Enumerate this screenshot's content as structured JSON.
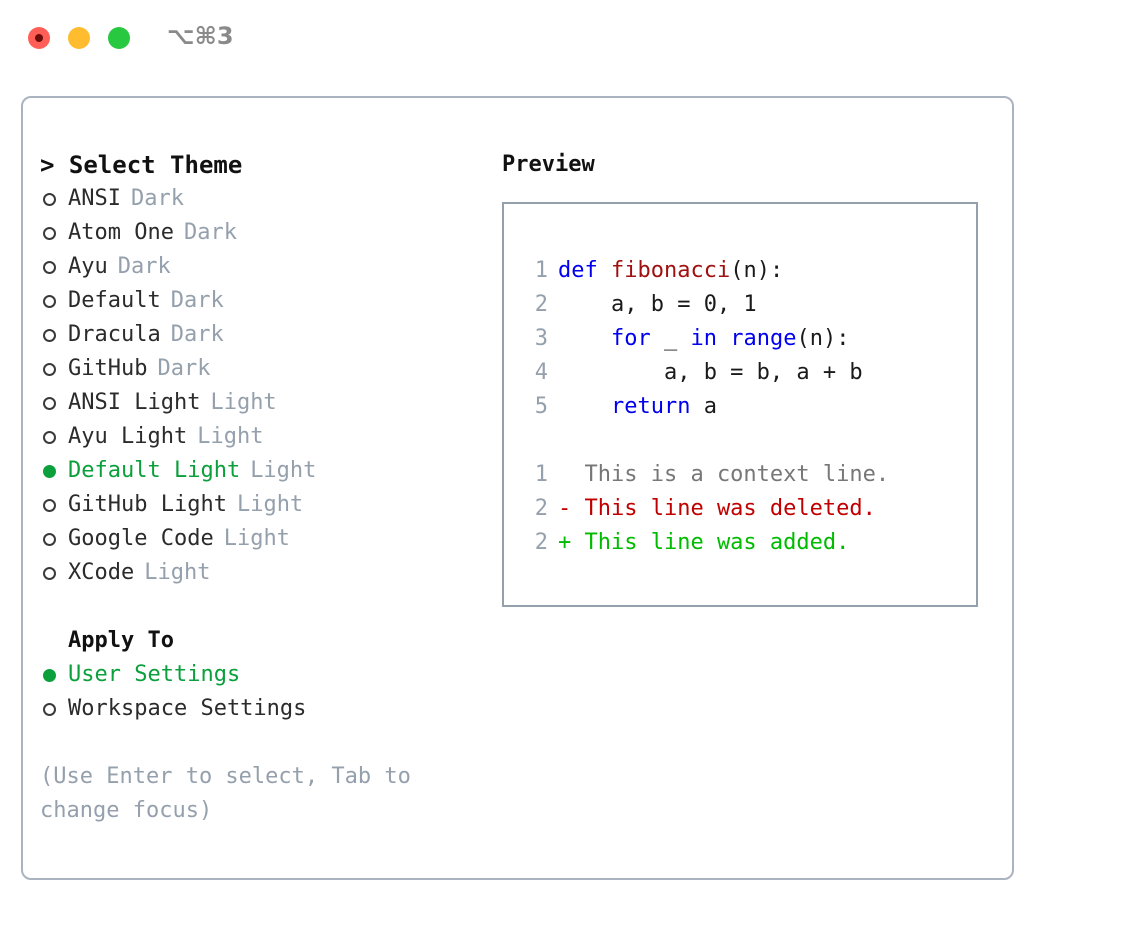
{
  "window": {
    "shortcut": "⌥⌘3",
    "traffic_lights": [
      {
        "name": "close",
        "color": "#ff5f57"
      },
      {
        "name": "minimize",
        "color": "#febc2e"
      },
      {
        "name": "maximize",
        "color": "#28c840"
      }
    ]
  },
  "colors": {
    "accent_green": "#0ba03c",
    "muted": "#95a0ad",
    "panel_border": "#aab4c0",
    "keyword": "#0000ee",
    "function": "#a01010",
    "diff_added": "#00bb00",
    "diff_removed": "#c00000",
    "diff_context": "#777777"
  },
  "theme_list": {
    "header": "> Select Theme",
    "items": [
      {
        "label": "ANSI",
        "tag": "Dark",
        "selected": false
      },
      {
        "label": "Atom One",
        "tag": "Dark",
        "selected": false
      },
      {
        "label": "Ayu",
        "tag": "Dark",
        "selected": false
      },
      {
        "label": "Default",
        "tag": "Dark",
        "selected": false
      },
      {
        "label": "Dracula",
        "tag": "Dark",
        "selected": false
      },
      {
        "label": "GitHub",
        "tag": "Dark",
        "selected": false
      },
      {
        "label": "ANSI Light",
        "tag": "Light",
        "selected": false
      },
      {
        "label": "Ayu Light",
        "tag": "Light",
        "selected": false
      },
      {
        "label": "Default Light",
        "tag": "Light",
        "selected": true
      },
      {
        "label": "GitHub Light",
        "tag": "Light",
        "selected": false
      },
      {
        "label": "Google Code",
        "tag": "Light",
        "selected": false
      },
      {
        "label": "XCode",
        "tag": "Light",
        "selected": false
      }
    ]
  },
  "apply_to": {
    "header": "Apply To",
    "items": [
      {
        "label": "User Settings",
        "selected": true
      },
      {
        "label": "Workspace Settings",
        "selected": false
      }
    ]
  },
  "hint": "(Use Enter to select, Tab to change focus)",
  "preview": {
    "title": "Preview",
    "code_lines": [
      {
        "no": "1",
        "segments": [
          {
            "text": "def ",
            "style": "kw"
          },
          {
            "text": "fibonacci",
            "style": "fn"
          },
          {
            "text": "(n):",
            "style": "plain"
          }
        ]
      },
      {
        "no": "2",
        "segments": [
          {
            "text": "    a, b = 0, 1",
            "style": "plain"
          }
        ]
      },
      {
        "no": "3",
        "segments": [
          {
            "text": "    ",
            "style": "plain"
          },
          {
            "text": "for",
            "style": "kw"
          },
          {
            "text": " _ ",
            "style": "plain"
          },
          {
            "text": "in",
            "style": "kw"
          },
          {
            "text": " ",
            "style": "plain"
          },
          {
            "text": "range",
            "style": "kw"
          },
          {
            "text": "(n):",
            "style": "plain"
          }
        ]
      },
      {
        "no": "4",
        "segments": [
          {
            "text": "        a, b = b, a + b",
            "style": "plain"
          }
        ]
      },
      {
        "no": "5",
        "segments": [
          {
            "text": "    ",
            "style": "plain"
          },
          {
            "text": "return",
            "style": "kw"
          },
          {
            "text": " a",
            "style": "plain"
          }
        ]
      }
    ],
    "diff_lines": [
      {
        "no": "1",
        "text": "  This is a context line.",
        "style": "ctx"
      },
      {
        "no": "2",
        "text": "- This line was deleted.",
        "style": "del"
      },
      {
        "no": "2",
        "text": "+ This line was added.",
        "style": "add"
      }
    ]
  }
}
